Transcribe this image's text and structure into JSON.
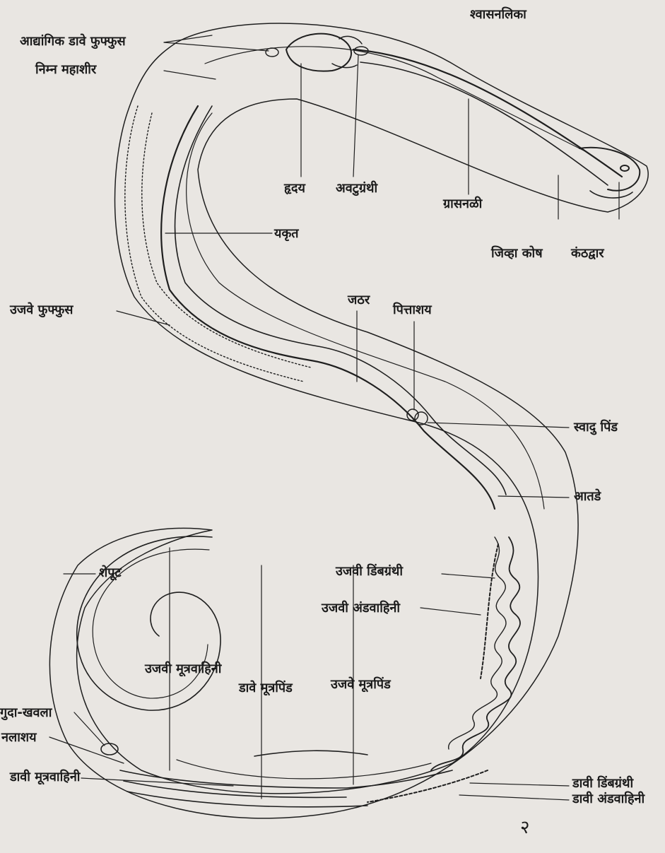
{
  "labels": {
    "trachea": "श्वासनलिका",
    "rudimentary_left_lung": "आद्यांगिक डावे फुफ्फुस",
    "posterior_vena_cava": "निम्न महाशीर",
    "heart": "हृदय",
    "thyroid": "अवटुग्रंथी",
    "oesophagus": "ग्रासनळी",
    "tongue_sheath": "जिव्हा कोष",
    "glottis": "कंठद्वार",
    "liver": "यकृत",
    "right_lung": "उजवे फुफ्फुस",
    "stomach": "जठर",
    "gall_bladder": "पित्ताशय",
    "pancreas": "स्वादु पिंड",
    "intestine": "आतडे",
    "right_ovary": "उजवी डिंबग्रंथी",
    "right_oviduct": "उजवी अंडवाहिनी",
    "tail": "शेपूट",
    "right_ureter": "उजवी मूत्रवाहिनी",
    "left_kidney": "डावे मूत्रपिंड",
    "right_kidney": "उजवे मूत्रपिंड",
    "anal_scale": "गुदा-खवला",
    "cloaca": "नलाशय",
    "left_ureter": "डावी मूत्रवाहिनी",
    "left_ovary": "डावी डिंबग्रंथी",
    "left_oviduct": "डावी अंडवाहिनी",
    "page_number": "२"
  },
  "colors": {
    "background": "#e9e6e2",
    "ink": "#1b1b1b"
  }
}
